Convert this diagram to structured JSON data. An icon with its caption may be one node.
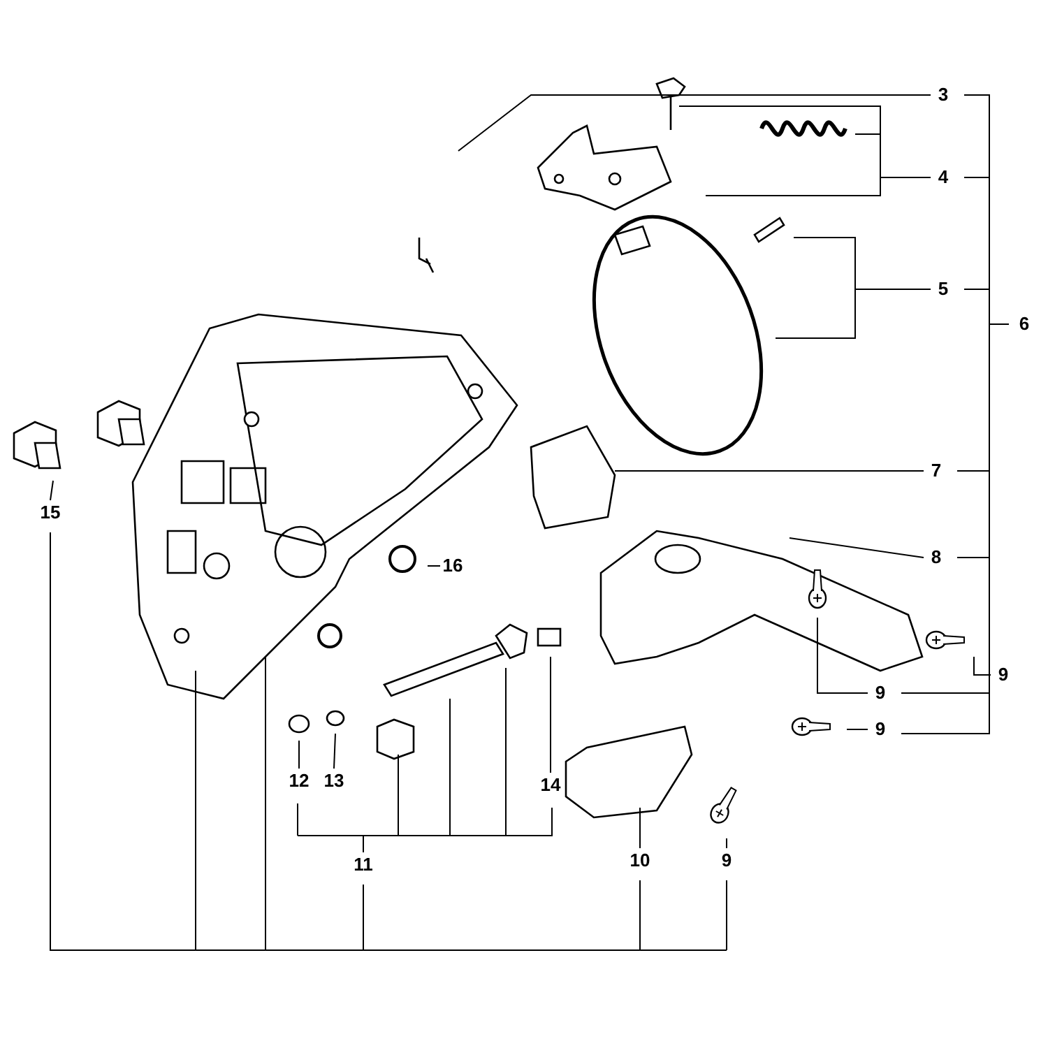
{
  "diagram": {
    "nodes": [
      {
        "text": [
          "3"
        ]
      },
      {
        "text": [
          "4"
        ]
      },
      {
        "text": [
          "5"
        ]
      },
      {
        "text": [
          "6"
        ]
      },
      {
        "text": [
          "7"
        ]
      },
      {
        "text": [
          "15"
        ]
      },
      {
        "text": [
          "8"
        ]
      },
      {
        "text": [
          "16"
        ]
      },
      {
        "text": [
          "9"
        ]
      },
      {
        "text": [
          "9"
        ]
      },
      {
        "text": [
          "9"
        ]
      },
      {
        "text": [
          "12"
        ]
      },
      {
        "text": [
          "13"
        ]
      },
      {
        "text": [
          "14"
        ]
      },
      {
        "text": [
          "11"
        ]
      },
      {
        "text": [
          "10"
        ]
      },
      {
        "text": [
          "9"
        ]
      }
    ],
    "edges": [
      {
        "from": 0,
        "to": null,
        "arrow": "none"
      },
      {
        "from": 1,
        "to": null,
        "arrow": "none"
      },
      {
        "from": 1,
        "to": null,
        "arrow": "none"
      },
      {
        "from": 1,
        "to": null,
        "arrow": "none"
      },
      {
        "from": 2,
        "to": null,
        "arrow": "none"
      },
      {
        "from": 2,
        "to": null,
        "arrow": "none"
      },
      {
        "from": 4,
        "to": null,
        "arrow": "none"
      },
      {
        "from": 5,
        "to": null,
        "arrow": "none"
      },
      {
        "from": 6,
        "to": null,
        "arrow": "none"
      },
      {
        "from": 7,
        "to": null,
        "arrow": "none"
      },
      {
        "from": 8,
        "to": null,
        "arrow": "none"
      },
      {
        "from": 9,
        "to": null,
        "arrow": "none"
      },
      {
        "from": 10,
        "to": null,
        "arrow": "none"
      },
      {
        "from": 11,
        "to": null,
        "arrow": "none"
      },
      {
        "from": 12,
        "to": null,
        "arrow": "none"
      },
      {
        "from": 13,
        "to": null,
        "arrow": "none"
      },
      {
        "from": 14,
        "to": null,
        "arrow": "none"
      },
      {
        "from": 14,
        "to": null,
        "arrow": "none"
      },
      {
        "from": 14,
        "to": null,
        "arrow": "none"
      },
      {
        "from": 15,
        "to": null,
        "arrow": "none"
      },
      {
        "from": 16,
        "to": null,
        "arrow": "none"
      }
    ]
  }
}
